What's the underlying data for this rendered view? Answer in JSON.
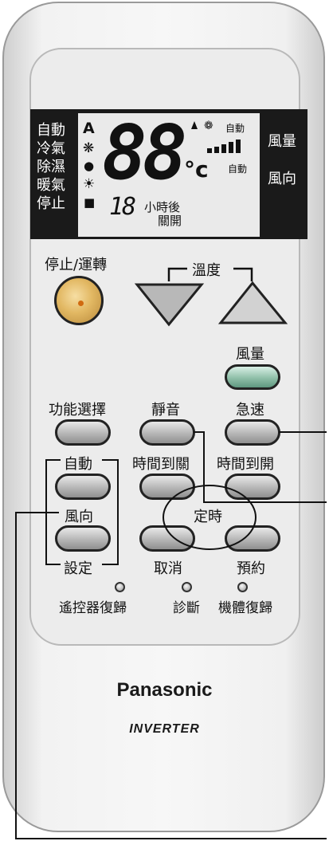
{
  "display": {
    "modes": [
      "自動",
      "冷氣",
      "除濕",
      "暖氣",
      "停止"
    ],
    "mode_glyphs": [
      "A",
      "❋",
      "●",
      "☀",
      "■"
    ],
    "big_digits": "88",
    "unit": "°c",
    "timer_digits": "18",
    "timer_label_1": "小時後",
    "timer_label_2": "關開",
    "fan_auto_label": "自動",
    "swing_auto_label": "自動",
    "right_labels": [
      "風量",
      "風向"
    ]
  },
  "buttons": {
    "power_label": "停止/運轉",
    "temp_label": "溫度",
    "fan_speed_label": "風量",
    "function_select_label": "功能選擇",
    "quiet_label": "靜音",
    "powerful_label": "急速",
    "off_timer_label": "時間到關",
    "on_timer_label": "時間到開",
    "timer_group_label": "定時",
    "cancel_label": "取消",
    "set_label": "預約",
    "swing_group_top": "自動",
    "swing_group_mid": "風向",
    "swing_group_bottom": "設定"
  },
  "reset": {
    "remote_reset": "遙控器復歸",
    "diagnosis": "診斷",
    "unit_reset": "機體復歸"
  },
  "brand": {
    "name": "Panasonic",
    "logo": "INVERTER"
  },
  "colors": {
    "power_button": "#e2b863",
    "fan_button": "#7fb39b",
    "lcd_frame": "#1a1a1a"
  }
}
